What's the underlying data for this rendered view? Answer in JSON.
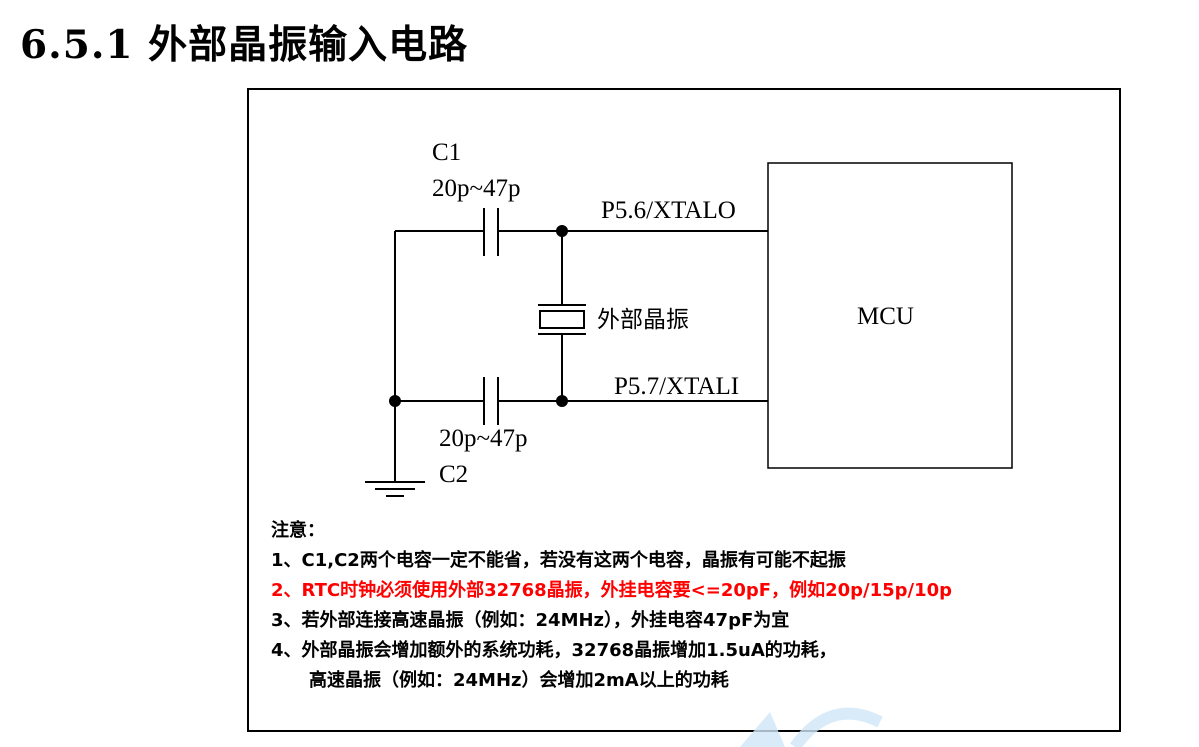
{
  "page": {
    "title": "6.5.1  外部晶振输入电路"
  },
  "diagram": {
    "c1_name": "C1",
    "c1_value": "20p~47p",
    "c2_name": "C2",
    "c2_value": "20p~47p",
    "pin_xtalo": "P5.6/XTALO",
    "pin_xtali": "P5.7/XTALI",
    "crystal_label": "外部晶振",
    "mcu_label": "MCU"
  },
  "notes": {
    "heading": "注意：",
    "items": [
      "1、C1,C2两个电容一定不能省，若没有这两个电容，晶振有可能不起振",
      "2、RTC时钟必须使用外部32768晶振，外挂电容要<=20pF，例如20p/15p/10p",
      "3、若外部连接高速晶振（例如：24MHz），外挂电容47pF为宜",
      "4、外部晶振会增加额外的系统功耗，32768晶振增加1.5uA的功耗，",
      "高速晶振（例如：24MHz）会增加2mA以上的功耗"
    ]
  },
  "colors": {
    "warning": "#ff0000",
    "watermark": "#cfe6f7"
  }
}
